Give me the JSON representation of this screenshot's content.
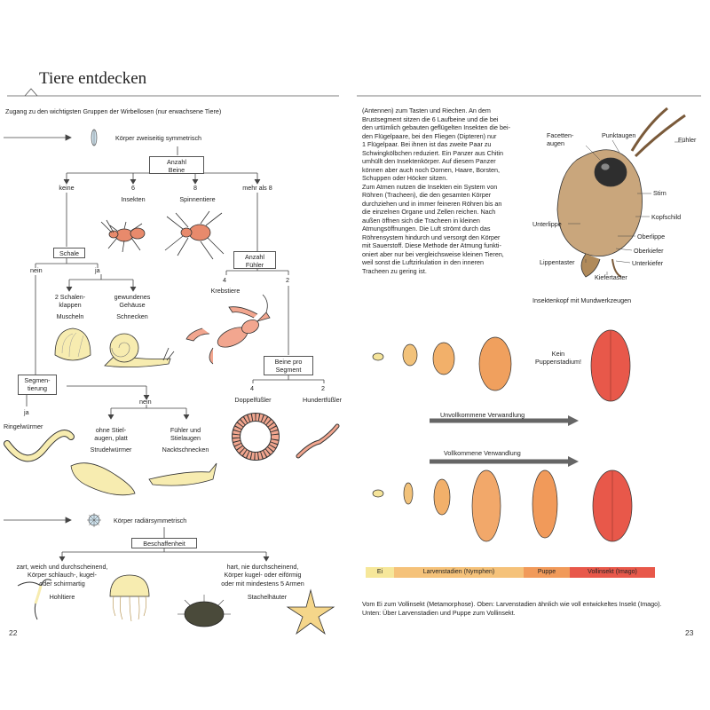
{
  "left_page": {
    "title": "Tiere entdecken",
    "subtitle": "Zugang zu den wichtigsten Gruppen der Wirbellosen (nur erwachsene Tiere)",
    "page_number": "22",
    "labels": {
      "bilateral": "Körper zweiseitig symmetrisch",
      "legs_box": "Anzahl\nBeine",
      "legs_none": "keine",
      "legs_6": "6",
      "legs_8": "8",
      "legs_more": "mehr als 8",
      "insects": "Insekten",
      "spiders": "Spinnentiere",
      "shell_box": "Schale",
      "nein1": "nein",
      "ja1": "ja",
      "antennae_box": "Anzahl\nFühler",
      "ant_4": "4",
      "ant_2": "2",
      "two_valves": "2 Schalen-\nklappen",
      "mussels": "Muscheln",
      "coiled": "gewundenes\nGehäuse",
      "snails": "Schnecken",
      "crabs": "Krebstiere",
      "segment_box": "Segmen-\ntierung",
      "ja2": "ja",
      "nein2": "nein",
      "ringworms": "Ringelwürmer",
      "legs_per_seg": "Beine pro\nSegment",
      "seg_4": "4",
      "seg_2": "2",
      "millipedes": "Doppelfüßler",
      "centipedes": "Hundertfüßler",
      "no_stalk": "ohne Stiel-\naugen, platt",
      "flatworms": "Strudelwürmer",
      "feelers": "Fühler und\nStielaugen",
      "slugs": "Nacktschnecken",
      "radial": "Körper radiärsymmetrisch",
      "texture_box": "Beschaffenheit",
      "soft": "zart, weich und durchscheinend,\nKörper schlauch-, kugel-\noder schirmartig",
      "cnidarians": "Hohltiere",
      "hard": "hart, nie durchscheinend,\nKörper kugel- oder eiförmig\noder mit mindestens 5 Armen",
      "echinoderms": "Stachelhäuter"
    }
  },
  "right_page": {
    "page_number": "23",
    "body": "(Antennen) zum Tasten und Riechen. An dem\nBrustsegment sitzen die 6 Laufbeine und die bei\nden urtümlich gebauten geflügelten Insekten die bei-\nden Flügelpaare, bei den Fliegen (Dipteren) nur\n1 Flügelpaar. Bei ihnen ist das zweite Paar zu\nSchwingkölbchen reduziert. Ein Panzer aus Chitin\numhüllt den Insektenkörper. Auf diesem Panzer\nkönnen aber auch noch Dornen, Haare, Borsten,\nSchuppen oder Höcker sitzen.\nZum Atmen nutzen die Insekten ein System von\nRöhren (Tracheen), die den gesamten Körper\ndurchziehen und in immer feineren Röhren bis an\ndie einzelnen Organe und Zellen reichen. Nach\naußen öffnen sich die Tracheen in kleinen\nAtmungsöffnungen. Die Luft strömt durch das\nRöhrensystem hindurch und versorgt den Körper\nmit Sauerstoff. Diese Methode der Atmung funkti-\noniert aber nur bei vergleichsweise kleinen Tieren,\nweil sonst die Luftzirkulation in den inneren\nTracheen zu gering ist.",
    "head_labels": {
      "facet": "Facetten-\naugen",
      "ocelli": "Punktaugen",
      "antenna": "Fühler",
      "forehead": "Stirn",
      "head_shield": "Kopfschild",
      "lower_lip": "Unterlippe",
      "upper_lip": "Oberlippe",
      "mandible": "Oberkiefer",
      "maxilla": "Unterkiefer",
      "labial_palp": "Lippentaster",
      "maxillary_palp": "Kiefertaster"
    },
    "head_caption": "Insektenkopf mit Mundwerkzeugen",
    "no_pupa": "Kein\nPuppenstadium!",
    "incomplete": "Unvollkommene Verwandlung",
    "complete": "Vollkommene Verwandlung",
    "stages": [
      "Ei",
      "Larvenstadien (Nymphen)",
      "Puppe",
      "Vollinsekt (Imago)"
    ],
    "stage_colors": [
      "#f6e79a",
      "#f5c27a",
      "#f19a5a",
      "#e8584a"
    ],
    "caption": "Vom Ei zum Vollinsekt (Metamorphose). Oben: Larvenstadien ähnlich wie voll entwickeltes Insekt (Imago).\nUnten: Über Larvenstadien und Puppe zum Vollinsekt."
  }
}
